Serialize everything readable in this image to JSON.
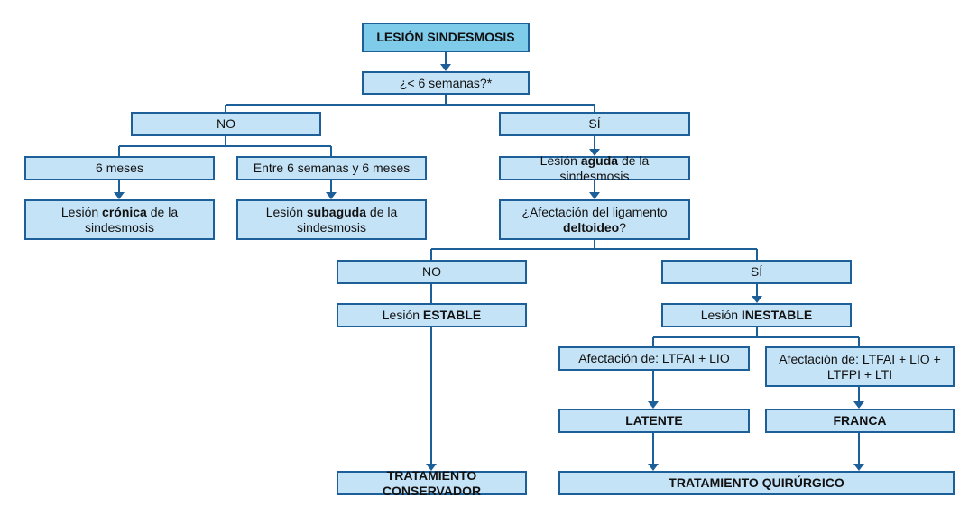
{
  "colors": {
    "line": "#1c5f99",
    "box_fill": "#c5e3f6",
    "root_fill": "#7ecbea"
  },
  "nodes": {
    "root": "LESIÓN SINDESMOSIS",
    "q_weeks": "¿< 6 semanas?*",
    "no1": "NO",
    "si1": "SÍ",
    "six_months": "6 meses",
    "between": "Entre 6 semanas y 6 meses",
    "acute": {
      "pre": "Lesión ",
      "bold": "aguda",
      "post": " de la sindesmosis"
    },
    "chronic": {
      "pre": "Lesión ",
      "bold": "crónica",
      "post": " de la sindesmosis"
    },
    "subacute": {
      "pre": "Lesión ",
      "bold": "subaguda",
      "post": " de la sindesmosis"
    },
    "deltoid": {
      "pre": "¿Afectación del ligamento ",
      "bold": "deltoideo",
      "post": "?"
    },
    "no2": "NO",
    "si2": "SÍ",
    "stable": {
      "pre": "Lesión ",
      "bold": "ESTABLE",
      "post": ""
    },
    "unstable": {
      "pre": "Lesión ",
      "bold": "INESTABLE",
      "post": ""
    },
    "affect1": "Afectación de: LTFAI + LIO",
    "affect2": "Afectación de: LTFAI + LIO + LTFPI + LTI",
    "latent": "LATENTE",
    "franca": "FRANCA",
    "conservative": "TRATAMIENTO CONSERVADOR",
    "surgical": "TRATAMIENTO QUIRÚRGICO"
  }
}
